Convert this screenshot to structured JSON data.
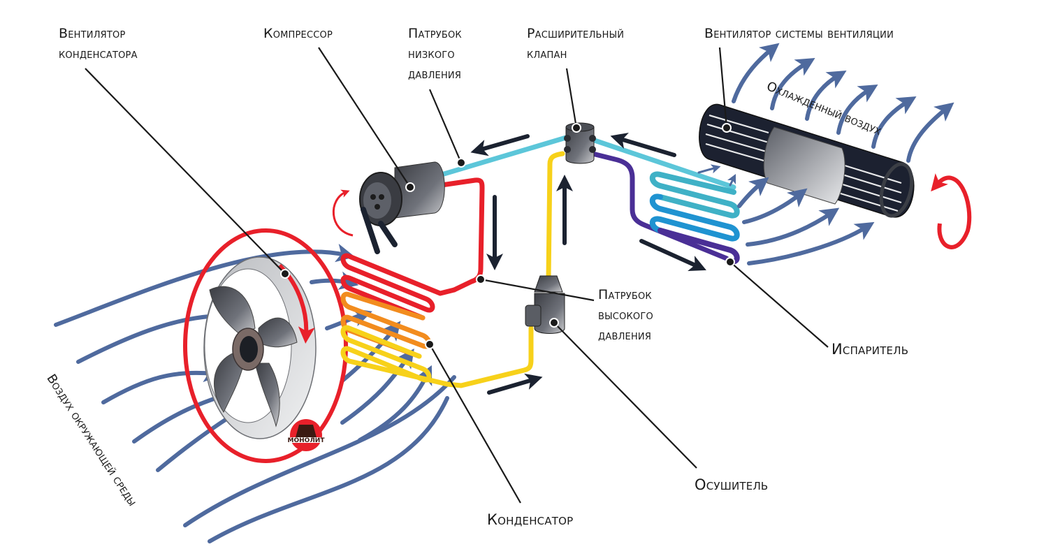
{
  "labels": {
    "condenser_fan": [
      "Вентилятор",
      "конденсатора"
    ],
    "compressor": [
      "Компрессор"
    ],
    "low_pressure_pipe": [
      "Патрубок",
      "низкого",
      "давления"
    ],
    "expansion_valve": [
      "Расширительный",
      "клапан"
    ],
    "ventilation_fan": [
      "Вентилятор системы вентиляции"
    ],
    "high_pressure_pipe": [
      "Патрубок",
      "высокого",
      "давления"
    ],
    "evaporator": [
      "Испаритель"
    ],
    "dryer": [
      "Осушитель"
    ],
    "condenser": [
      "Конденсатор"
    ]
  },
  "annotations": {
    "cooled_air": "Охлажденный воздух",
    "ambient_air": "Воздух окружающей среды"
  },
  "logo": {
    "text": "МОНОЛИТ"
  },
  "colors": {
    "airflow": "#4f6a9e",
    "rotation": "#e8202a",
    "hot_gas": "#e8202a",
    "warm": "#f28c1e",
    "liquid": "#f7d11a",
    "cold_low": "#5cc6d9",
    "evap_mid": "#1f93d1",
    "evap_teal": "#3fb1c6",
    "suction_violet": "#4a2f96",
    "flow_arrow": "#1b2230",
    "leader": "#1a1a1a"
  }
}
